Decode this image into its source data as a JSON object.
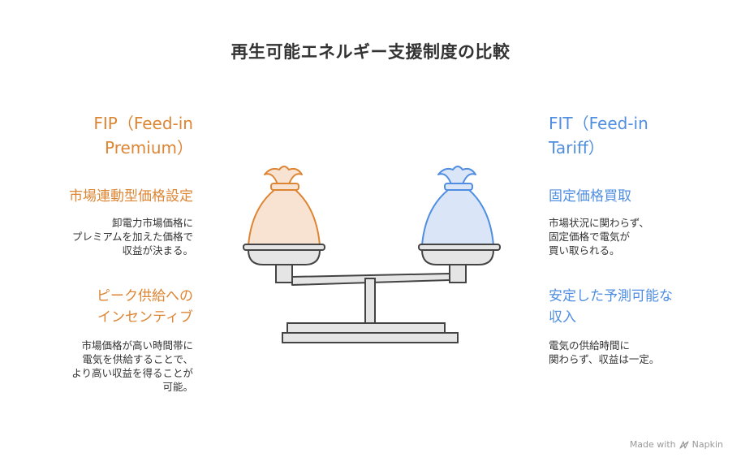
{
  "title": "再生可能エネルギー支援制度の比較",
  "colors": {
    "fip": "#dd8533",
    "fit": "#4f8ee0",
    "scale": "#444444"
  },
  "fip": {
    "heading": [
      "FIP（Feed-in",
      "Premium）"
    ],
    "features": [
      {
        "title": [
          "市場連動型価格設定"
        ],
        "desc": [
          "卸電力市場価格に",
          "プレミアムを加えた価格で",
          "収益が決まる。"
        ]
      },
      {
        "title": [
          "ピーク供給への",
          "インセンティブ"
        ],
        "desc": [
          "市場価格が高い時間帯に",
          "電気を供給することで、",
          "より高い収益を得ることが",
          "可能。"
        ]
      }
    ]
  },
  "fit": {
    "heading": [
      "FIT（Feed-in",
      "Tariff）"
    ],
    "features": [
      {
        "title": [
          "固定価格買取"
        ],
        "desc": [
          "市場状況に関わらず、",
          "固定価格で電気が",
          "買い取られる。"
        ]
      },
      {
        "title": [
          "安定した予測可能な",
          "収入"
        ],
        "desc": [
          "電気の供給時間に",
          "関わらず、収益は一定。"
        ]
      }
    ]
  },
  "watermark": {
    "text": "Made with",
    "brand": "Napkin",
    "icon": "napkin-logo-icon"
  }
}
